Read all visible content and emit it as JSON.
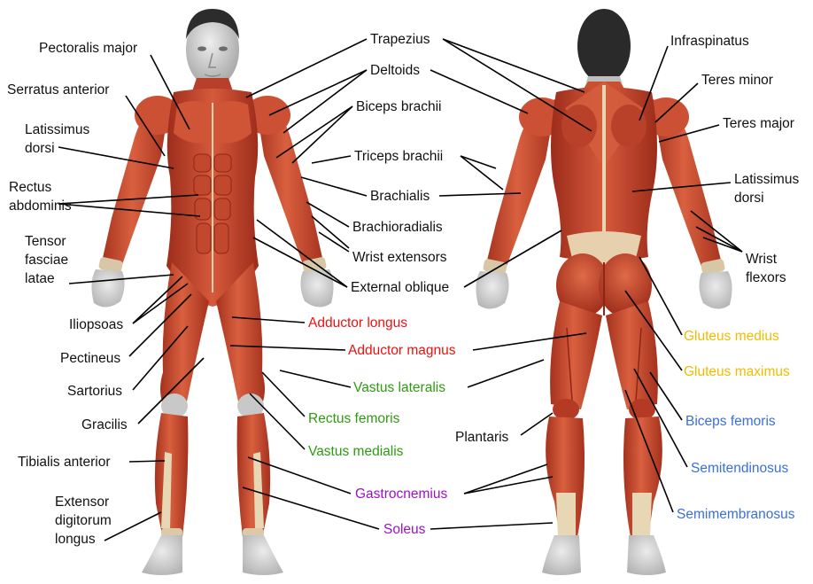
{
  "colors": {
    "skin": "#d5d5d5",
    "muscle": "#c5412a",
    "muscle_dark": "#8e2616",
    "tendon": "#e7d7b4",
    "hair": "#2c2c2c",
    "leader_line": "#000000",
    "adductors": "#ee1111",
    "quadriceps": "#2e9a12",
    "calf": "#9a12c4",
    "gluteals": "#f0bc00",
    "hamstrings": "#3a6fdc"
  },
  "labels": {
    "pectoralis_major": "Pectoralis major",
    "serratus_anterior": "Serratus anterior",
    "latissimus_front": "Latissimus\ndorsi",
    "rectus_abdominis": "Rectus\nabdominis",
    "tensor_fasciae_latae": "Tensor\nfasciae\nlatae",
    "iliopsoas": "Iliopsoas",
    "pectineus": "Pectineus",
    "sartorius": "Sartorius",
    "gracilis": "Gracilis",
    "tibialis_anterior": "Tibialis anterior",
    "extensor_digitorum_longus": "Extensor\ndigitorum\nlongus",
    "trapezius": "Trapezius",
    "deltoids": "Deltoids",
    "biceps_brachii": "Biceps brachii",
    "triceps_brachii": "Triceps brachii",
    "brachialis": "Brachialis",
    "brachioradialis": "Brachioradialis",
    "wrist_extensors": "Wrist extensors",
    "external_oblique": "External oblique",
    "adductor_longus": "Adductor longus",
    "adductor_magnus": "Adductor magnus",
    "vastus_lateralis": "Vastus lateralis",
    "rectus_femoris": "Rectus femoris",
    "vastus_medialis": "Vastus medialis",
    "gastrocnemius": "Gastrocnemius",
    "soleus": "Soleus",
    "plantaris": "Plantaris",
    "infraspinatus": "Infraspinatus",
    "teres_minor": "Teres minor",
    "teres_major": "Teres major",
    "latissimus_back": "Latissimus\ndorsi",
    "wrist_flexors": "Wrist\nflexors",
    "gluteus_medius": "Gluteus medius",
    "gluteus_maximus": "Gluteus maximus",
    "biceps_femoris": "Biceps femoris",
    "semitendinosus": "Semitendinosus",
    "semimembranosus": "Semimembranosus"
  }
}
